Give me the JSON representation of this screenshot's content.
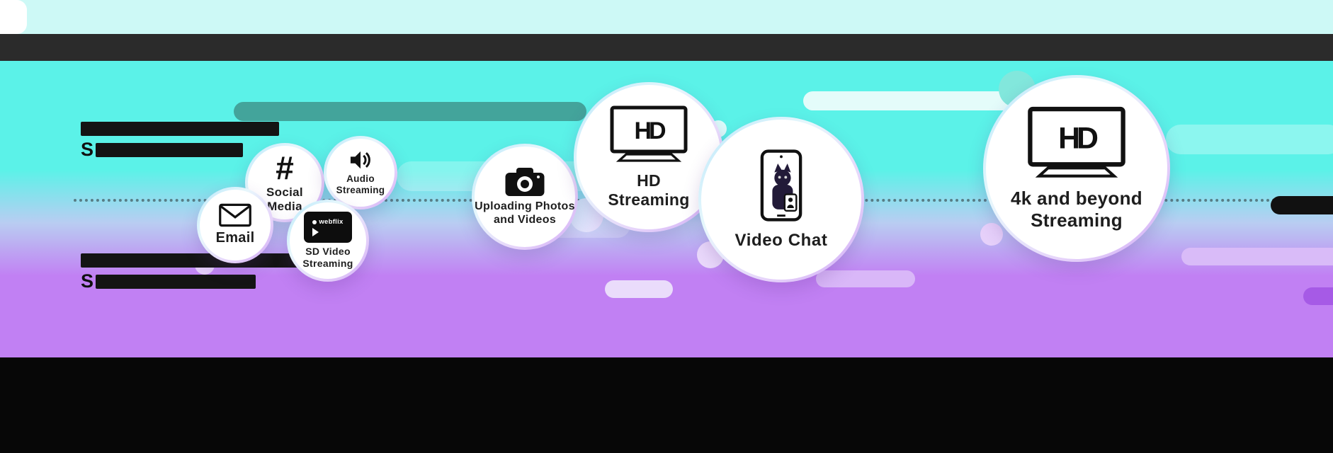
{
  "colors": {
    "cyan_bg": "#5bf2e8",
    "purple_bg": "#c180f3",
    "pale_top_band": "#cdf9f6",
    "dark_header_bar": "#2b2b2b",
    "bottom_bar": "#070707",
    "teal_pill": "#43a49b",
    "bubble_fill": "#ffffff"
  },
  "redacted": {
    "block_a_initial": "S",
    "block_b_initial": "S"
  },
  "bubbles": {
    "email": {
      "label": "Email"
    },
    "social": {
      "label": "Social\nMedia",
      "icon_glyph": "#"
    },
    "audio": {
      "label": "Audio\nStreaming"
    },
    "sd_video": {
      "label": "SD Video\nStreaming",
      "player_brand": "webflix"
    },
    "upload": {
      "label": "Uploading Photos\nand Videos"
    },
    "hd": {
      "label": "HD\nStreaming",
      "tv_text": "HD"
    },
    "video_chat": {
      "label": "Video Chat"
    },
    "uhd": {
      "label": "4k and beyond\nStreaming",
      "tv_text": "HD"
    }
  }
}
